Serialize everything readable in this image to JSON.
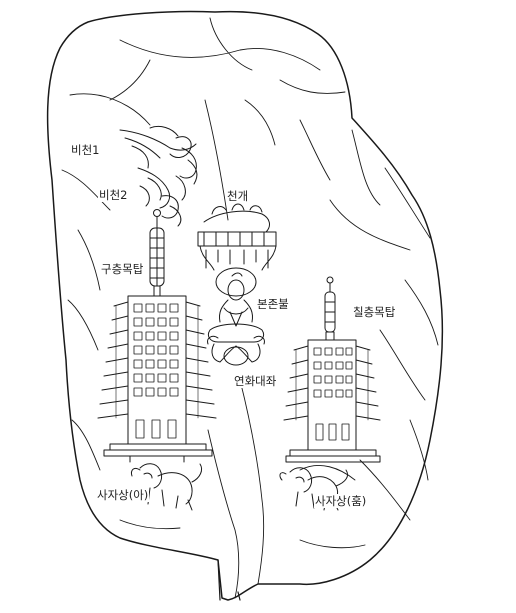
{
  "labels": {
    "bicheon1": "비천1",
    "bicheon2": "비천2",
    "cheongae": "천개",
    "gucheung_moktap": "구층목탑",
    "bonjonbul": "본존불",
    "chilcheung_moktap": "칠층목탑",
    "yeonhwa_daejwa": "연화대좌",
    "saja_a": "사자상(아)",
    "saja_hum": "사자상(훔)"
  },
  "colors": {
    "line": "#1a1a1a",
    "background": "#ffffff",
    "text": "#222222"
  }
}
